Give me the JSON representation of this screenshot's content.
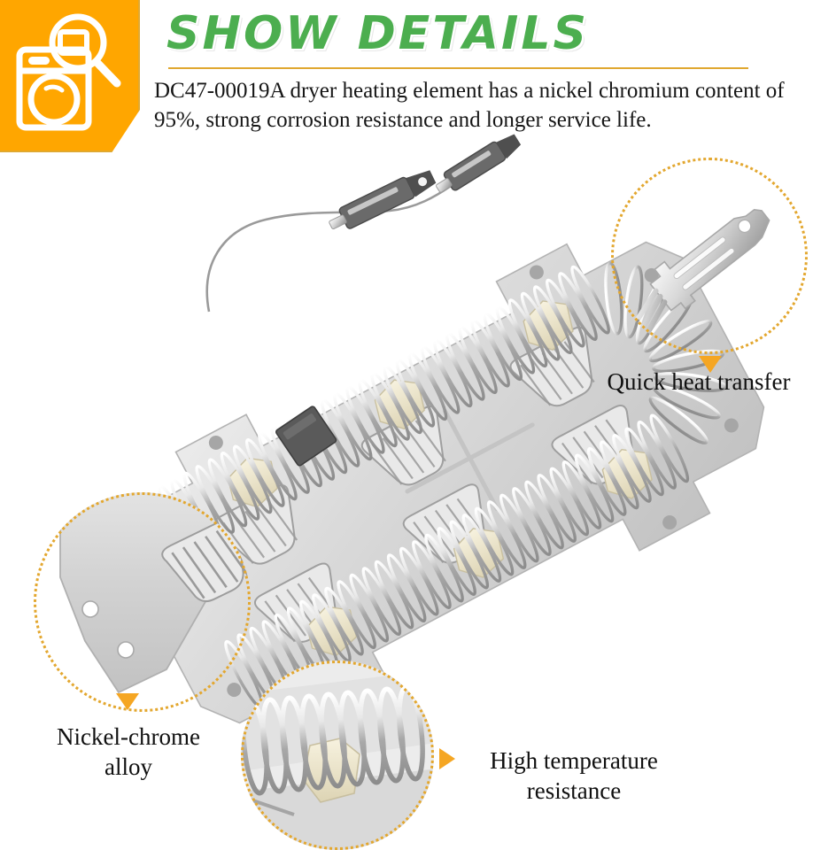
{
  "header": {
    "badge_icon": "washing-machine-magnifier-icon",
    "title": "SHOW  DETAILS",
    "accent_green": "#4CAE4F",
    "accent_orange": "#FFA600",
    "accent_gold": "#E0A830",
    "rule_color": "#E0A830"
  },
  "description": {
    "text": "DC47-00019A dryer heating element has a nickel chromium content of 95%, strong corrosion resistance and longer service life."
  },
  "product": {
    "name": "dryer-heating-element",
    "part_number": "DC47-00019A"
  },
  "callouts": [
    {
      "id": "quick-heat-transfer",
      "label": "Quick heat transfer",
      "detail_icon": "terminal-connector-detail",
      "marker": "triangle-down",
      "dot_color": "#E3A72F"
    },
    {
      "id": "nickel-chrome-alloy",
      "label": "Nickel-chrome\nalloy",
      "detail_icon": "mounting-plate-detail",
      "marker": "triangle-down",
      "dot_color": "#E3A72F"
    },
    {
      "id": "high-temperature-resistance",
      "label": "High temperature\nresistance",
      "detail_icon": "coil-ceramic-detail",
      "marker": "triangle-right",
      "dot_color": "#E3A72F"
    }
  ]
}
